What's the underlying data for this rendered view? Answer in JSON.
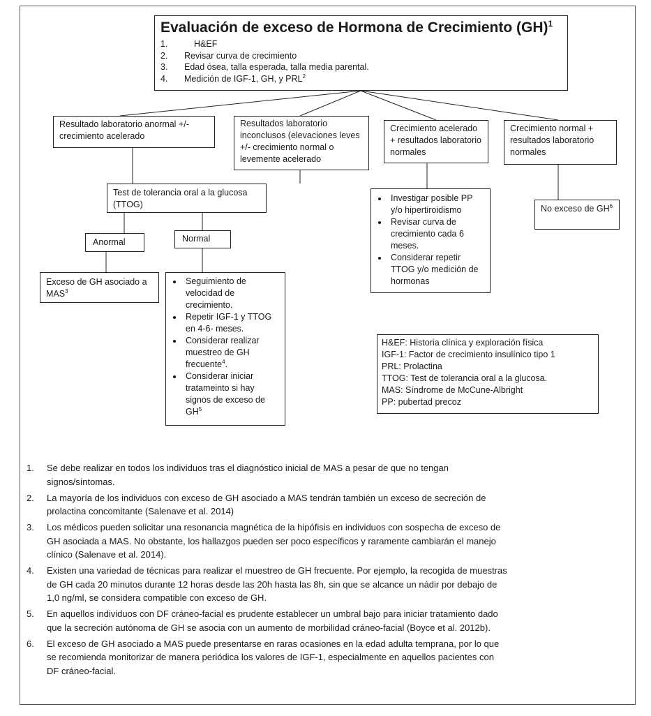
{
  "main": {
    "title": "Evaluación de exceso de Hormona de Crecimiento (GH)",
    "title_sup": "1",
    "steps": [
      {
        "num": "1.",
        "text": "H&EF",
        "sup": ""
      },
      {
        "num": "2.",
        "text": "Revisar curva de crecimiento",
        "sup": ""
      },
      {
        "num": "3.",
        "text": "Edad ósea, talla esperada, talla media parental.",
        "sup": ""
      },
      {
        "num": "4.",
        "text": "Medición de IGF-1, GH, y PRL",
        "sup": "2"
      }
    ]
  },
  "branches": {
    "abnormal": "Resultado laboratorio anormal +/- crecimiento acelerado",
    "inconclusive": "Resultados laboratorio inconclusos (elevaciones leves +/- crecimiento normal o levemente acelerado",
    "accelerated_normal": "Crecimiento acelerado + resultados laboratorio normales",
    "normal_normal": "Crecimiento normal + resultados laboratorio normales"
  },
  "ttog": {
    "text": "Test de tolerancia oral a la glucosa (TTOG)"
  },
  "anormal": {
    "text": "Anormal"
  },
  "normal": {
    "text": "Normal"
  },
  "exceso_mas": {
    "text": "Exceso de GH asociado a MAS",
    "sup": "3"
  },
  "seguimiento": {
    "items": [
      {
        "text": "Seguimiento de velocidad de crecimiento.",
        "sup": ""
      },
      {
        "text": "Repetir IGF-1 y TTOG en 4-6- meses.",
        "sup": ""
      },
      {
        "text": " Considerar realizar muestreo de GH frecuente",
        "sup": "4",
        "after": "."
      },
      {
        "text": "Considerar iniciar tratameinto si hay signos de exceso de GH",
        "sup": "5",
        "after": ""
      }
    ]
  },
  "investigar": {
    "items": [
      {
        "text": "Investigar posible PP y/o hipertiroidismo"
      },
      {
        "text": "Revisar curva de crecimiento cada 6 meses."
      },
      {
        "text": " Considerar repetir TTOG y/o medición de hormonas"
      }
    ]
  },
  "no_exceso": {
    "text": "No exceso de GH",
    "sup": "6"
  },
  "glossary": [
    "H&EF: Historia clínica y exploración física",
    "IGF-1: Factor de crecimiento insulínico tipo 1",
    "PRL: Prolactina",
    "TTOG: Test de tolerancia oral a la glucosa.",
    "MAS: Síndrome de McCune-Albright",
    "PP: pubertad precoz"
  ],
  "footnotes": [
    {
      "num": "1.",
      "text": "Se debe realizar en todos los individuos tras el diagnóstico inicial de MAS a pesar de que no tengan signos/síntomas."
    },
    {
      "num": "2.",
      "text": "La mayoría de los individuos con exceso de GH asociado a MAS tendrán también un exceso de secreción de prolactina concomitante (Salenave et al. 2014)"
    },
    {
      "num": "3.",
      "text": "Los médicos pueden solicitar una resonancia magnética de la hipófisis en individuos con sospecha de exceso de GH asociada a MAS. No obstante, los hallazgos pueden ser poco específicos y raramente cambiarán el manejo clínico (Salenave et al. 2014)."
    },
    {
      "num": "4.",
      "text": "Existen una variedad de técnicas para realizar el muestreo de GH frecuente. Por ejemplo, la recogida de muestras de GH cada 20 minutos durante 12 horas desde las 20h hasta las 8h, sin que se alcance un nádir por debajo de 1,0 ng/ml, se considera compatible con exceso de GH."
    },
    {
      "num": "5.",
      "text": "En aquellos individuos con DF cráneo-facial es prudente establecer un umbral bajo para iniciar tratamiento dado que la secreción autónoma de GH se asocia con un aumento de morbilidad cráneo-facial (Boyce et al. 2012b)."
    },
    {
      "num": "6.",
      "text": "El exceso de GH asociado a MAS puede presentarse en raras ocasiones en la edad adulta temprana, por lo que se recomienda monitorizar de manera periódica los valores de IGF-1, especialmente en aquellos pacientes con DF cráneo-facial."
    }
  ]
}
